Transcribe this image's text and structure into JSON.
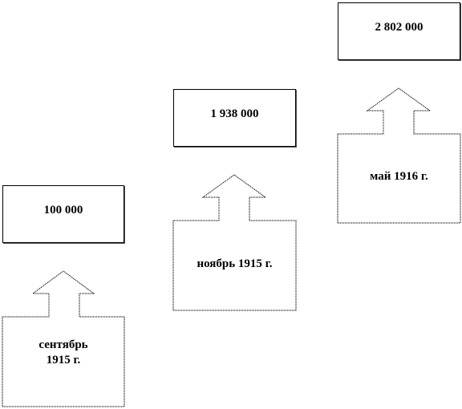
{
  "steps": [
    {
      "value": "100 000",
      "date": "сентябрь\n1915 г."
    },
    {
      "value": "1 938 000",
      "date": "ноябрь 1915 г."
    },
    {
      "value": "2 802 000",
      "date": "май 1916 г."
    }
  ]
}
